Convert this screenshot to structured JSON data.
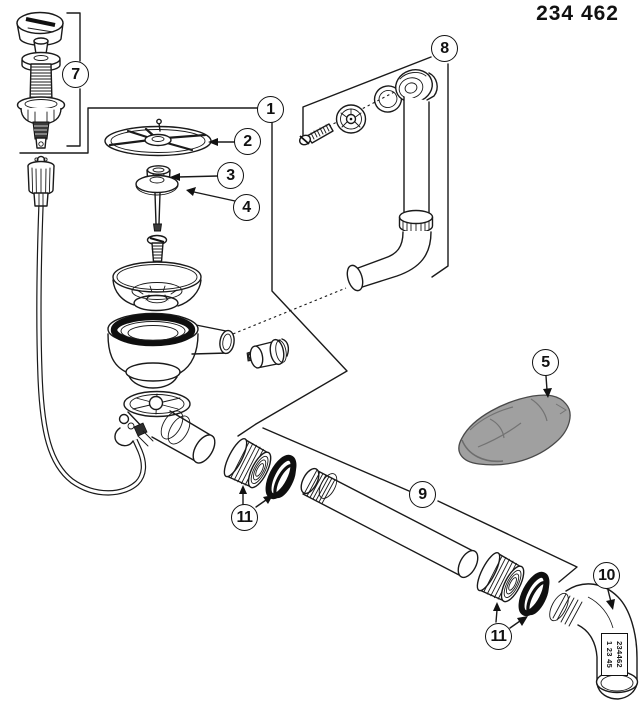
{
  "document_number": "234 462",
  "callouts": {
    "c1": "1",
    "c2": "2",
    "c3": "3",
    "c4": "4",
    "c5": "5",
    "c7": "7",
    "c8": "8",
    "c9": "9",
    "c10": "10",
    "c11a": "11",
    "c11b": "11"
  },
  "elbow_label": {
    "line1": "234462",
    "line2": "1 23 45"
  },
  "colors": {
    "line": "#1a1a1a",
    "seal_black": "#0f0f0f",
    "putty_gray": "#a0a0a0",
    "background": "#ffffff"
  }
}
